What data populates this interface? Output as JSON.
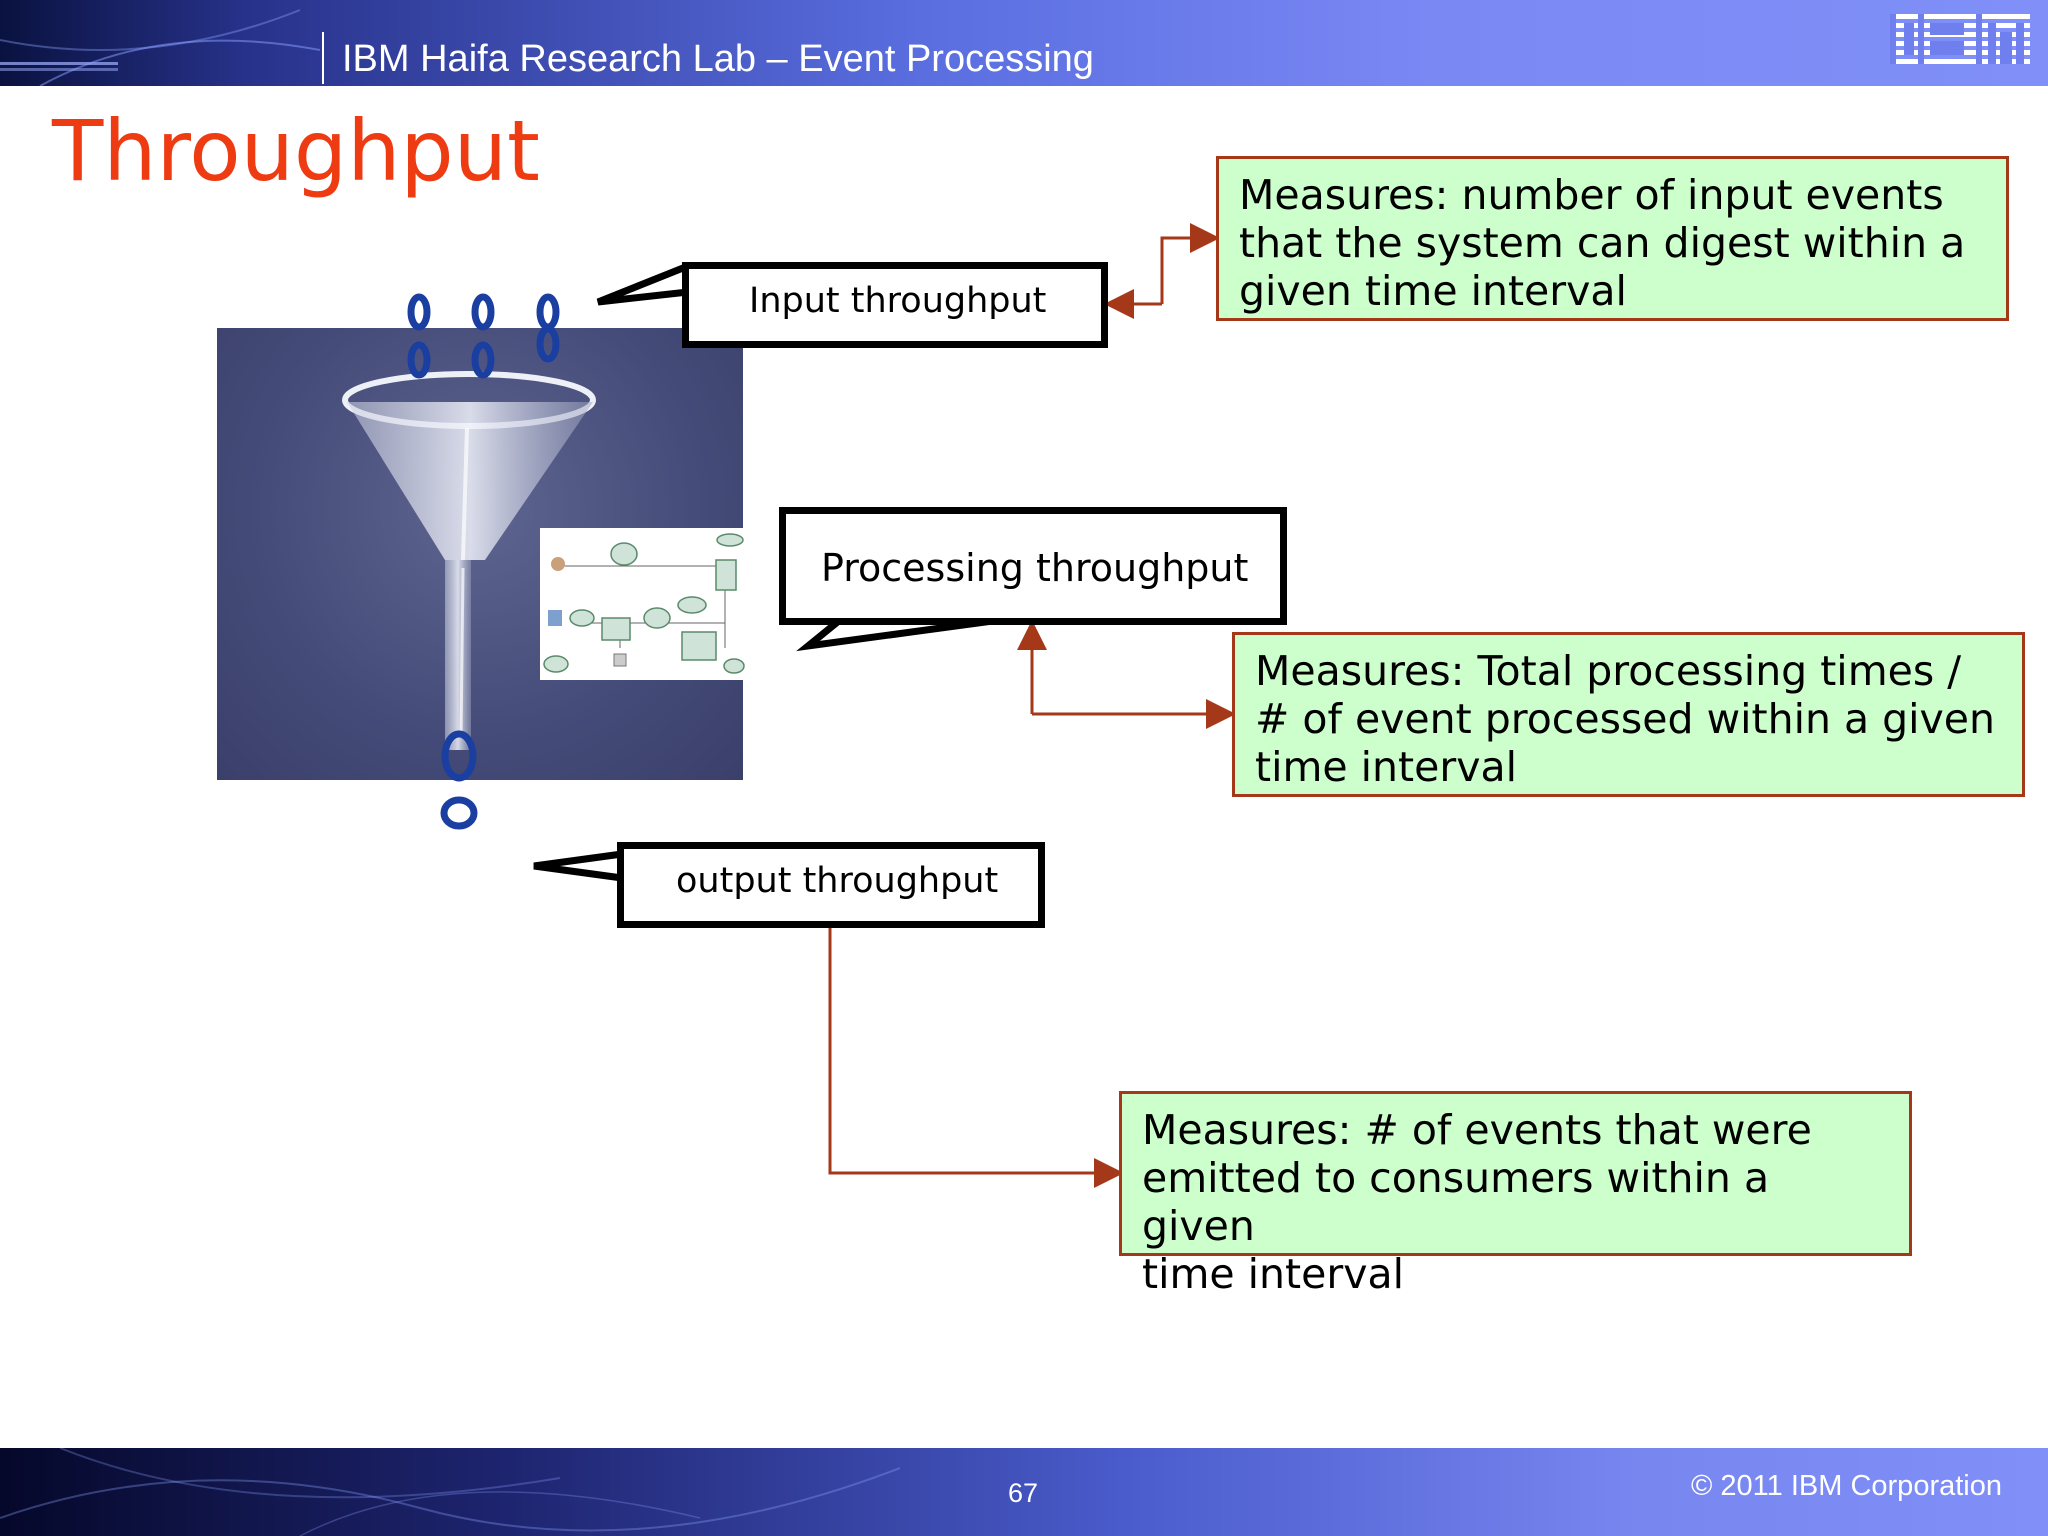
{
  "header": {
    "title": "IBM Haifa Research Lab – Event Processing",
    "logo_text": "IBM"
  },
  "slide": {
    "title": "Throughput"
  },
  "callouts": {
    "input": "Input throughput",
    "processing": "Processing throughput",
    "output": "output throughput"
  },
  "notes": {
    "input": [
      "Measures: number of input events",
      "that the system can digest within a",
      "given time interval"
    ],
    "processing": [
      "Measures: Total processing times /",
      "# of event processed within a given",
      "time interval"
    ],
    "output": [
      "Measures: # of events that were",
      "emitted to consumers within a given",
      "time interval"
    ]
  },
  "footer": {
    "page_number": "67",
    "copyright": "© 2011 IBM Corporation"
  },
  "colors": {
    "title": "#ee3b12",
    "note_fill": "#ccffcc",
    "note_border": "#a6381a",
    "connector": "#a6381a",
    "event_ring": "#1a3fa0"
  }
}
